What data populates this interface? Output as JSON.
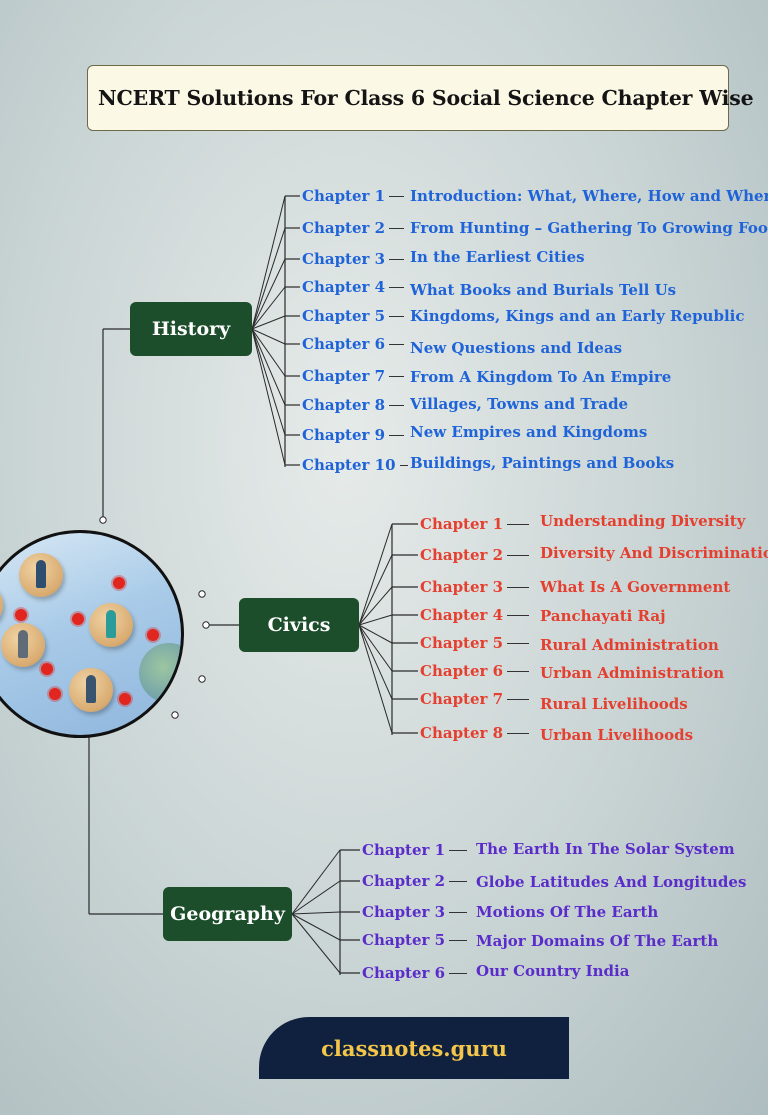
{
  "title": "NCERT Solutions For Class 6 Social Science Chapter Wise",
  "footer": "classnotes.guru",
  "colors": {
    "history": "#1f63d9",
    "civics": "#e43f2f",
    "geography": "#5a2cc9",
    "node": "#1d4e2c",
    "footer_bg": "#10213f",
    "footer_text": "#f3c64a"
  },
  "hub_image": "people-network-icon",
  "branches": {
    "history": {
      "label": "History",
      "chapters": [
        {
          "chapter": "Chapter 1",
          "topic": "Introduction: What, Where, How and When"
        },
        {
          "chapter": "Chapter 2",
          "topic": "From Hunting – Gathering To Growing Food"
        },
        {
          "chapter": "Chapter 3",
          "topic": "In the Earliest Cities"
        },
        {
          "chapter": "Chapter 4",
          "topic": "What Books and Burials Tell Us"
        },
        {
          "chapter": "Chapter 5",
          "topic": "Kingdoms, Kings and an Early Republic"
        },
        {
          "chapter": "Chapter 6",
          "topic": "New Questions and Ideas"
        },
        {
          "chapter": "Chapter 7",
          "topic": "From A Kingdom To An Empire"
        },
        {
          "chapter": "Chapter 8",
          "topic": "Villages, Towns and Trade"
        },
        {
          "chapter": "Chapter 9",
          "topic": "New Empires and Kingdoms"
        },
        {
          "chapter": "Chapter 10",
          "topic": "Buildings, Paintings and Books"
        }
      ]
    },
    "civics": {
      "label": "Civics",
      "chapters": [
        {
          "chapter": "Chapter 1",
          "topic": "Understanding Diversity"
        },
        {
          "chapter": "Chapter 2",
          "topic": "Diversity And Discrimination"
        },
        {
          "chapter": "Chapter 3",
          "topic": "What Is A Government"
        },
        {
          "chapter": "Chapter 4",
          "topic": "Panchayati Raj"
        },
        {
          "chapter": "Chapter 5",
          "topic": "Rural Administration"
        },
        {
          "chapter": "Chapter 6",
          "topic": "Urban Administration"
        },
        {
          "chapter": "Chapter 7",
          "topic": "Rural Livelihoods"
        },
        {
          "chapter": "Chapter 8",
          "topic": "Urban Livelihoods"
        }
      ]
    },
    "geography": {
      "label": "Geography",
      "chapters": [
        {
          "chapter": "Chapter 1",
          "topic": "The Earth In The Solar System"
        },
        {
          "chapter": "Chapter 2",
          "topic": "Globe Latitudes And Longitudes"
        },
        {
          "chapter": "Chapter 3",
          "topic": "Motions Of The Earth"
        },
        {
          "chapter": "Chapter 5",
          "topic": "Major Domains Of The Earth"
        },
        {
          "chapter": "Chapter 6",
          "topic": "Our Country India"
        }
      ]
    }
  }
}
